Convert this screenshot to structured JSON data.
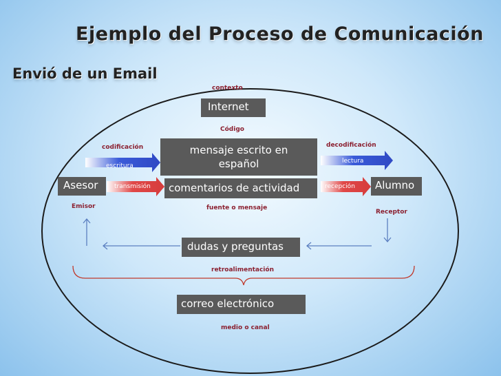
{
  "title": "Ejemplo del Proceso de Comunicación",
  "subtitle": "Envió de un Email",
  "diagram": {
    "context_label": "contexto",
    "context_box": "Internet",
    "code_label": "Código",
    "message_box_line1": "mensaje escrito en",
    "message_box_line2": "español",
    "source_box": "comentarios de actividad",
    "source_label": "fuente o mensaje",
    "sender_box": "Asesor",
    "sender_label": "Emisor",
    "receiver_box": "Alumno",
    "receiver_label": "Receptor",
    "encoding_label": "codificación",
    "writing_arrow": "escritura",
    "transmission_arrow": "transmisión",
    "decoding_label": "decodificación",
    "reading_arrow": "lectura",
    "reception_arrow": "recepción",
    "feedback_box": "dudas y preguntas",
    "feedback_label": "retroalimentación",
    "medium_box": "correo electrónico",
    "medium_label": "medio o canal"
  },
  "colors": {
    "box": "#5a5a5a",
    "arrow_blue": "#4a63d6",
    "arrow_red": "#e04a4a",
    "label_red": "#8b2030",
    "bracket": "#c0392b"
  }
}
